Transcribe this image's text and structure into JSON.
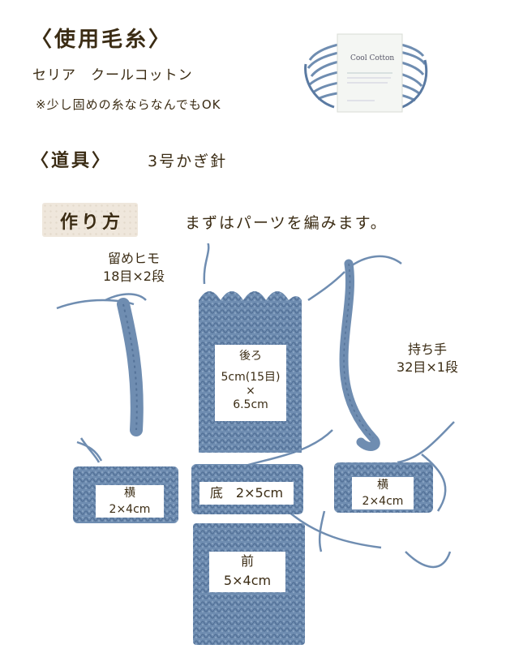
{
  "header": {
    "materials_title": "〈使用毛糸〉",
    "yarn_name": "セリア　クールコットン",
    "yarn_note": "※少し固めの糸ならなんでもOK",
    "tools_title": "〈道具〉",
    "tools_value": "3号かぎ針",
    "method_title": "作り方",
    "method_note": "まずはパーツを編みます。"
  },
  "yarn_package": {
    "brand": "Cool Cotton"
  },
  "parts": {
    "strap": {
      "name": "留めヒモ",
      "size": "18目×2段"
    },
    "handle": {
      "name": "持ち手",
      "size": "32目×1段"
    },
    "back": {
      "name": "後ろ",
      "size_a": "5cm(15目)",
      "times": "×",
      "size_b": "6.5cm"
    },
    "bottom": {
      "label": "底　2×5cm"
    },
    "side_left": {
      "name": "横",
      "size": "2×4cm"
    },
    "side_right": {
      "name": "横",
      "size": "2×4cm"
    },
    "front": {
      "name": "前",
      "size": "5×4cm"
    }
  },
  "colors": {
    "yarn": "#6f8db1",
    "yarn_dark": "#4f6f96",
    "yarn_light": "#8fa8c6",
    "text": "#3b2c14"
  }
}
